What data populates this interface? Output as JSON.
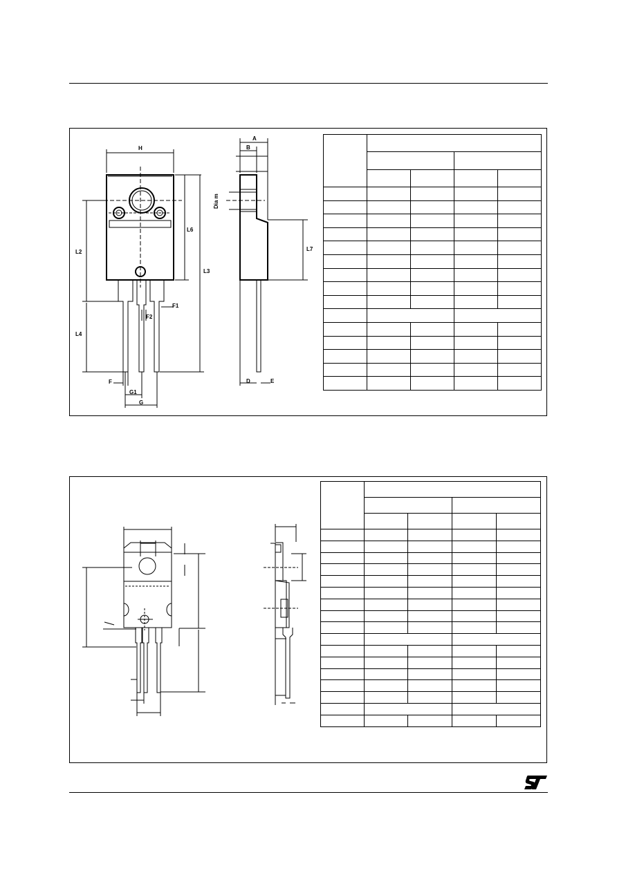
{
  "page": {
    "background": "#ffffff",
    "line_color": "#000000"
  },
  "package_1": {
    "labels": {
      "H": "H",
      "A": "A",
      "B": "B",
      "Diam": "Dia m",
      "L2": "L2",
      "L3": "L3",
      "L4": "L4",
      "L6": "L6",
      "L7": "L7",
      "F": "F",
      "F1": "F1",
      "F2": "F2",
      "G": "G",
      "G1": "G1",
      "D": "D",
      "E": "E"
    },
    "table": {
      "columns": 5,
      "rows": 17
    }
  },
  "package_2": {
    "table": {
      "columns": 5,
      "rows": 19
    }
  },
  "footer": {
    "logo": "st-logo-icon"
  }
}
